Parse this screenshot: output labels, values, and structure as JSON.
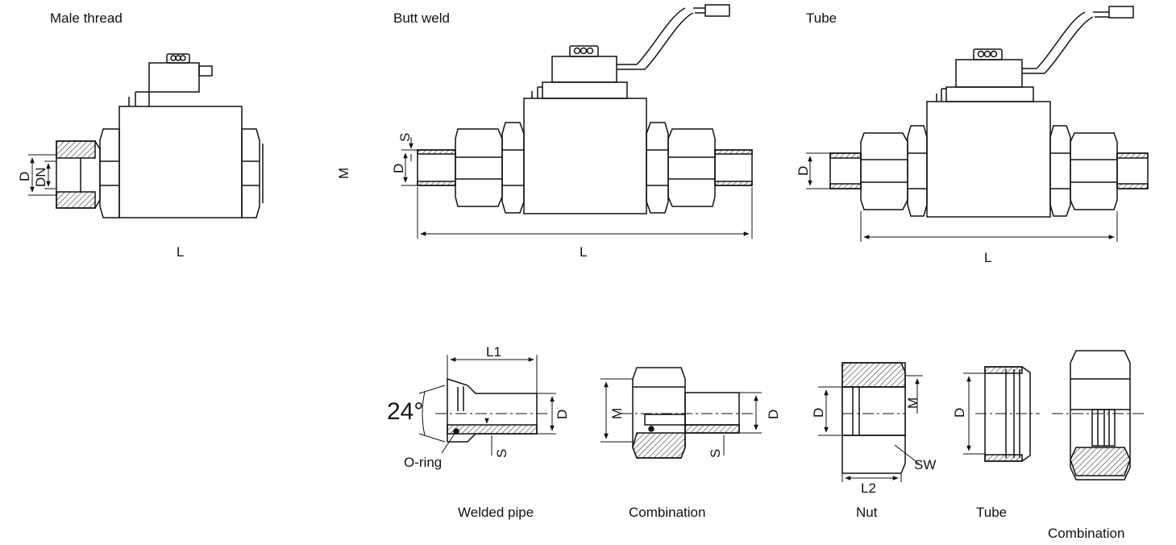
{
  "titles": {
    "male_thread": "Male thread",
    "butt_weld": "Butt weld",
    "tube": "Tube",
    "welded_pipe": "Welded pipe",
    "combination": "Combination",
    "nut": "Nut",
    "tube_small": "Tube",
    "combination_right": "Combination"
  },
  "dims": {
    "D": "D",
    "DN": "DN",
    "S": "S",
    "L": "L",
    "L1": "L1",
    "L2": "L2",
    "M": "M",
    "SW": "SW",
    "angle": "24°",
    "o_ring": "O-ring"
  },
  "colors": {
    "line": "#111111",
    "hatch": "#444444",
    "background": "#ffffff"
  }
}
